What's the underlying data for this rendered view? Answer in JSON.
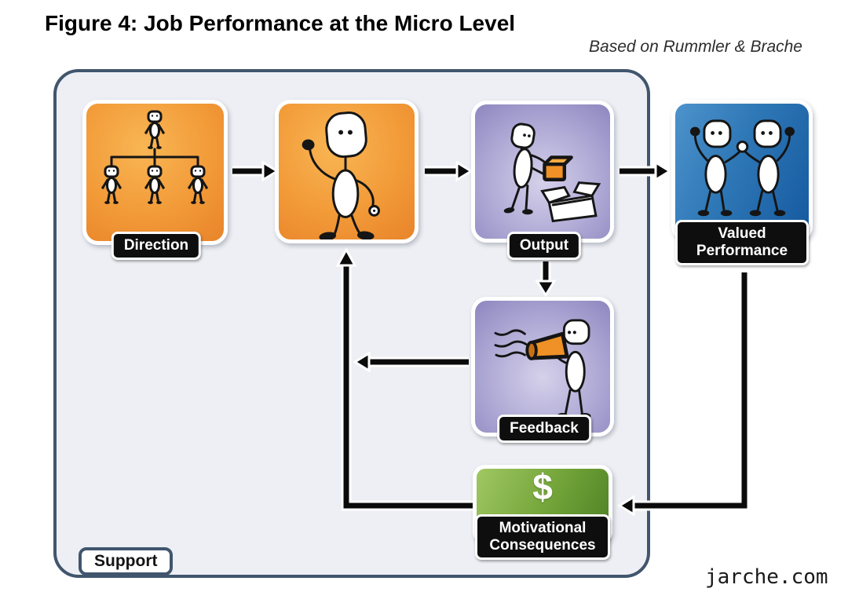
{
  "figure": {
    "title": "Figure 4: Job Performance at the Micro Level",
    "attribution": "Based on Rummler & Brache",
    "credit": "jarche.com"
  },
  "container": {
    "label": "Support"
  },
  "boxes": {
    "direction": {
      "label": "Direction",
      "icon": "org-chart-icon",
      "color": "orange"
    },
    "performer": {
      "icon": "person-waving-icon",
      "color": "orange"
    },
    "output": {
      "label": "Output",
      "icon": "person-packing-box-icon",
      "color": "purple"
    },
    "valued_performance": {
      "label": "Valued Performance",
      "icon": "two-people-celebrating-icon",
      "color": "blue"
    },
    "feedback": {
      "label": "Feedback",
      "icon": "person-megaphone-icon",
      "color": "purple"
    },
    "motivational_consequences": {
      "label": "Motivational Consequences",
      "symbol": "$",
      "icon": "dollar-sign",
      "color": "green"
    }
  },
  "flows": [
    "direction -> performer",
    "performer -> output",
    "output -> valued_performance",
    "output -> feedback",
    "feedback -> performer",
    "valued_performance -> motivational_consequences",
    "motivational_consequences -> performer"
  ],
  "colors": {
    "container_border": "#41566d",
    "container_fill": "#edeff4",
    "orange": "#f0973a",
    "purple": "#a9a3d2",
    "blue": "#2e77b6",
    "green": "#76a73c",
    "badge_bg": "#0e0e0e",
    "arrow": "#0b0b0b"
  }
}
